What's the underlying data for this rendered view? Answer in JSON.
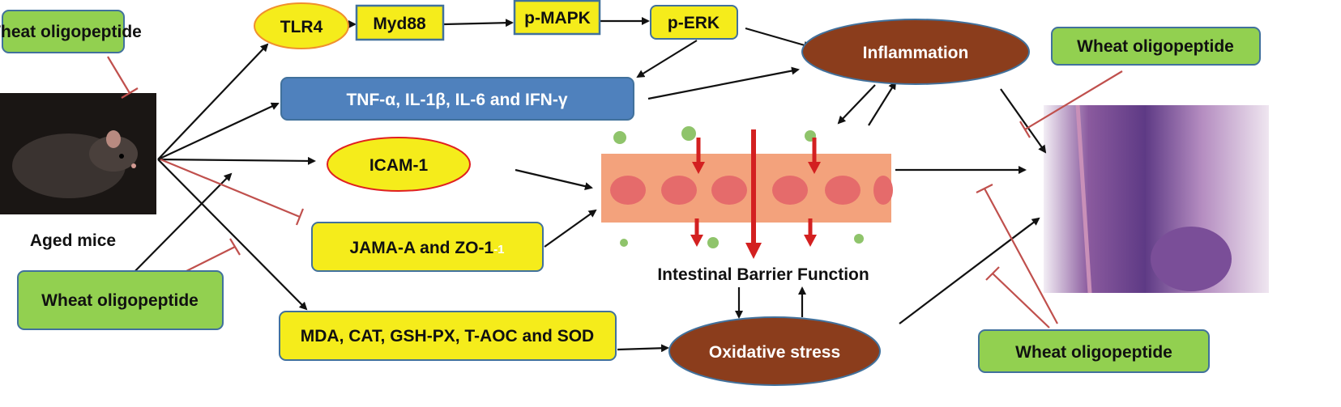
{
  "nodes": {
    "wheat_top_left": "Wheat oligopeptide",
    "wheat_bottom_left": "Wheat oligopeptide",
    "wheat_top_right": "Wheat oligopeptide",
    "wheat_bottom_right": "Wheat oligopeptide",
    "tlr4": "TLR4",
    "myd88": "Myd88",
    "pmapk": "p-MAPK",
    "perk": "p-ERK",
    "cytokines": "TNF-α, IL-1β, IL-6 and  IFN-γ",
    "inflammation": "Inflammation",
    "icam": "ICAM-1",
    "jama": "JAMA-A and ZO-1",
    "jama_suffix": "-1",
    "oxidative_markers": "MDA, CAT, GSH-PX, T-AOC and SOD",
    "oxidative_stress": "Oxidative stress",
    "aged_mice": "Aged mice",
    "barrier": "Intestinal Barrier Function"
  },
  "colors": {
    "green_box": "#92d050",
    "yellow_box": "#f5ec1b",
    "blue_box": "#4f81bd",
    "brown_ellipse": "#8b3d1c",
    "border_blue": "#41719c",
    "inhibit_red": "#c0504d"
  }
}
